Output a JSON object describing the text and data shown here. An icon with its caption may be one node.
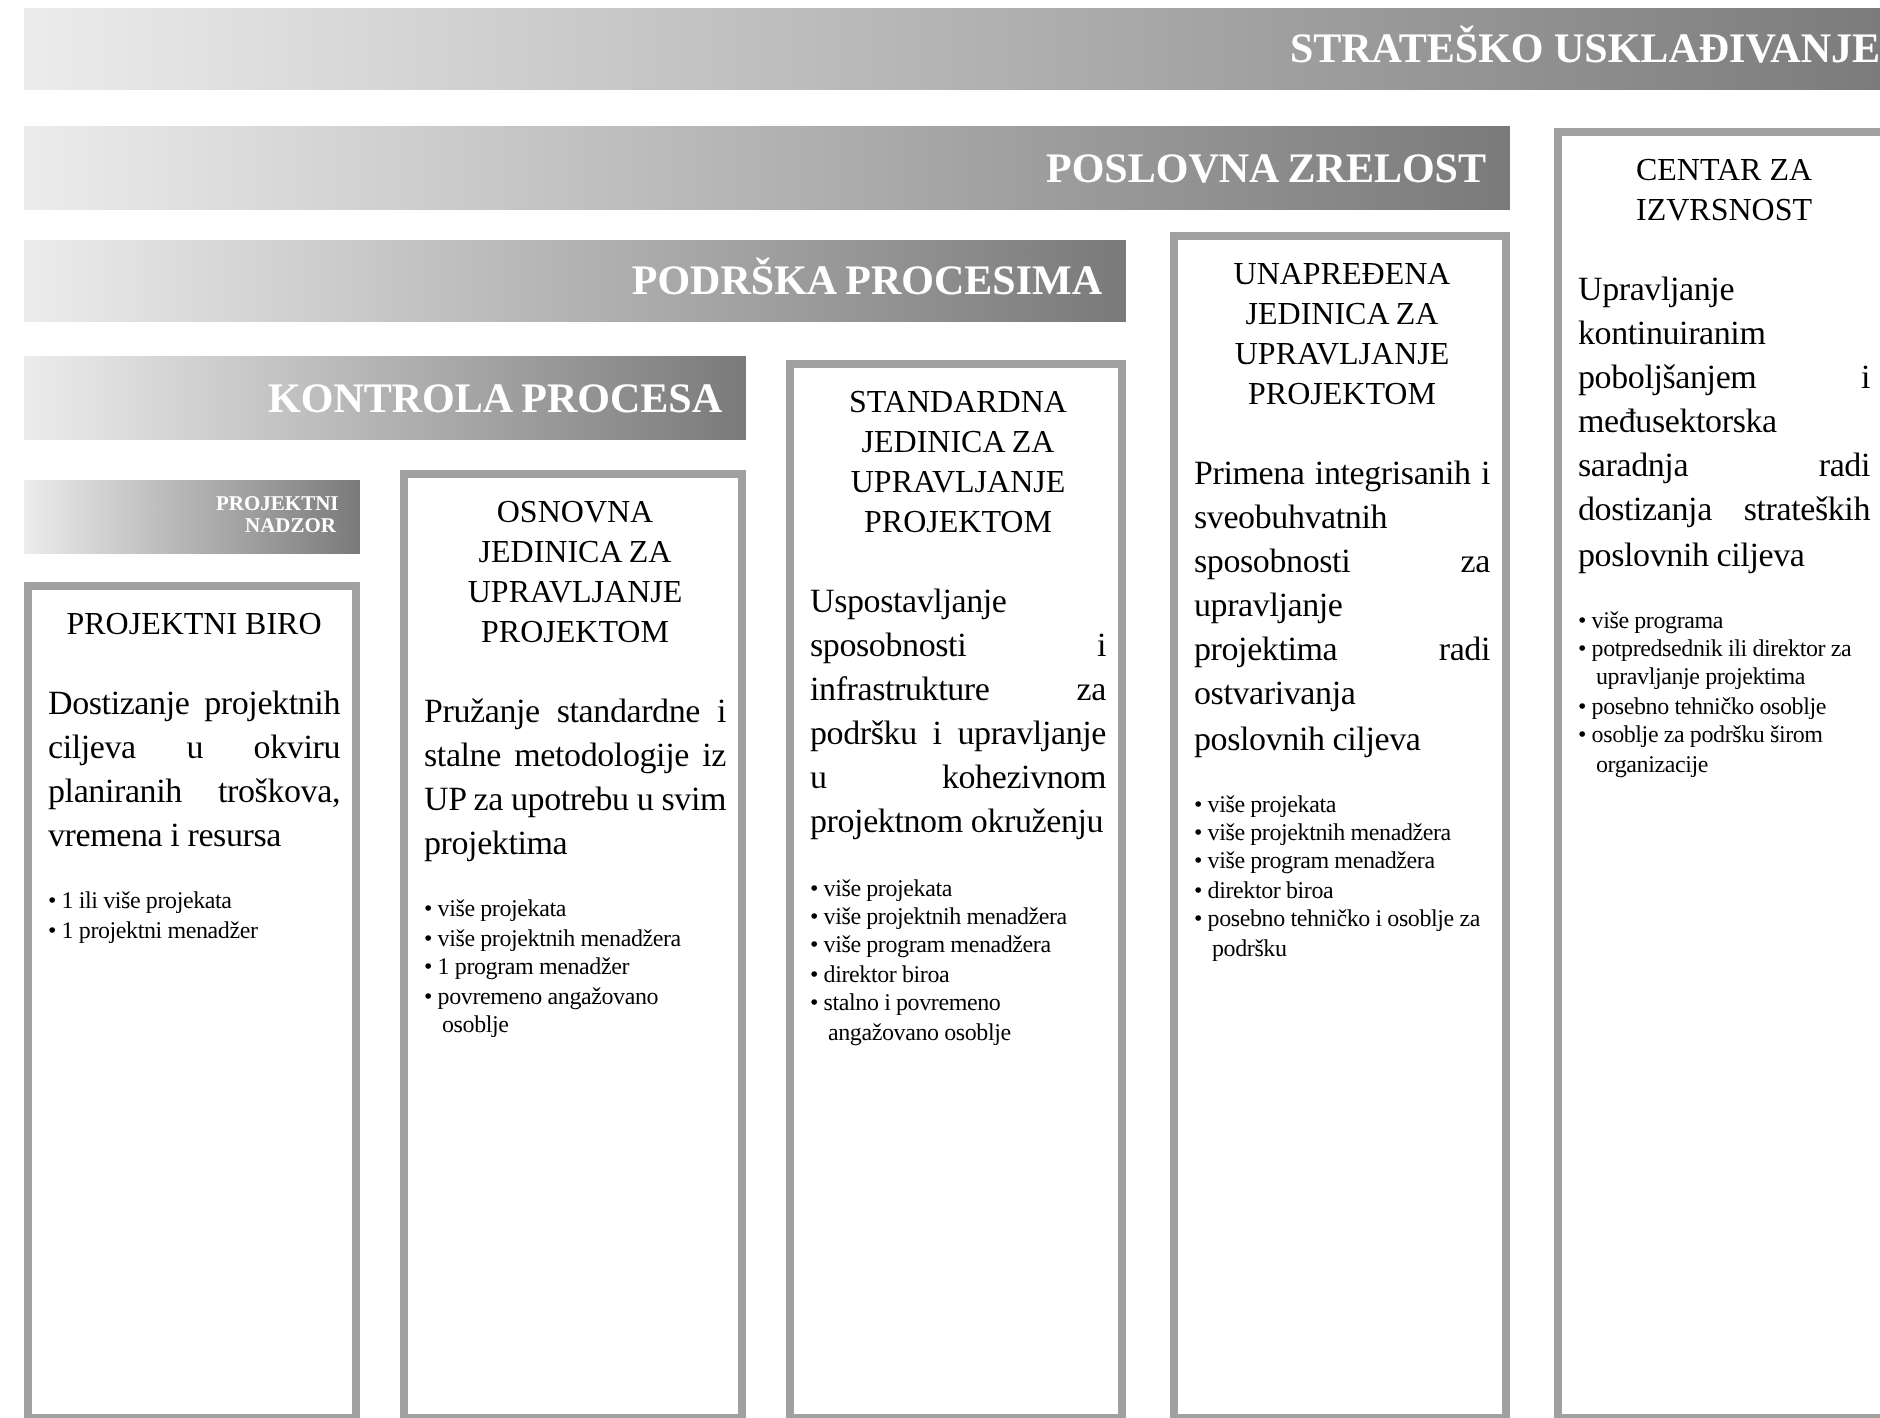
{
  "diagram": {
    "nodes": [
      {
        "text": [
          "STRATEŠKO USKLAĐIVANJE"
        ]
      },
      {
        "text": [
          "POSLOVNA ZRELOST"
        ]
      },
      {
        "text": [
          "PODRŠKA PROCESIMA"
        ]
      },
      {
        "text": [
          "KONTROLA PROCESA"
        ]
      },
      {
        "text": [
          "PROJEKTNI NADZOR"
        ]
      },
      {
        "text": [
          "PROJEKTNI BIRO",
          "Dostizanje projektnih ciljeva u okviru planiranih troškova, vremena i resursa",
          "• 1 ili više projekata",
          "• 1 projektni menadžer"
        ]
      },
      {
        "text": [
          "OSNOVNA JEDINICA ZA UPRAVLJANJE PROJEKTOM",
          "Pružanje standardne i stalne metodologije iz UP za upotrebu u svim projektima",
          "• više projekata",
          "• više projektnih menadžera",
          "• 1 program menadžer",
          "• povremeno angažovano osoblje"
        ]
      },
      {
        "text": [
          "STANDARDNA JEDINICA ZA UPRAVLJANJE PROJEKTOM",
          "Uspostavljanje sposobnosti i infrastrukture za podršku i upravljanje u kohezivnom projektnom okruženju",
          "• više projekata",
          "• više projektnih menadžera",
          "• više program menadžera",
          "• direktor biroa",
          "• stalno i povremeno angažovano osoblje"
        ]
      },
      {
        "text": [
          "UNAPREĐENA JEDINICA ZA UPRAVLJANJE PROJEKTOM",
          "Primena integrisanih i sveobuhvatnih sposobnosti za upravljanje projektima radi ostvarivanja poslovnih ciljeva",
          "• više projekata",
          "• više projektnih menadžera",
          "• više program menadžera",
          "• direktor biroa",
          "• posebno tehničko i osoblje za podršku"
        ]
      },
      {
        "text": [
          "CENTAR ZA IZVRSNOST",
          "Upravljanje kontinuiranim poboljšanjem i međusektorska saradnja radi dostizanja strateških poslovnih ciljeva",
          "• više programa",
          "• potpredsednik ili direktor za upravljanje projektima",
          "• posebno tehničko osoblje",
          "• osoblje za podršku širom organizacije"
        ]
      }
    ]
  }
}
